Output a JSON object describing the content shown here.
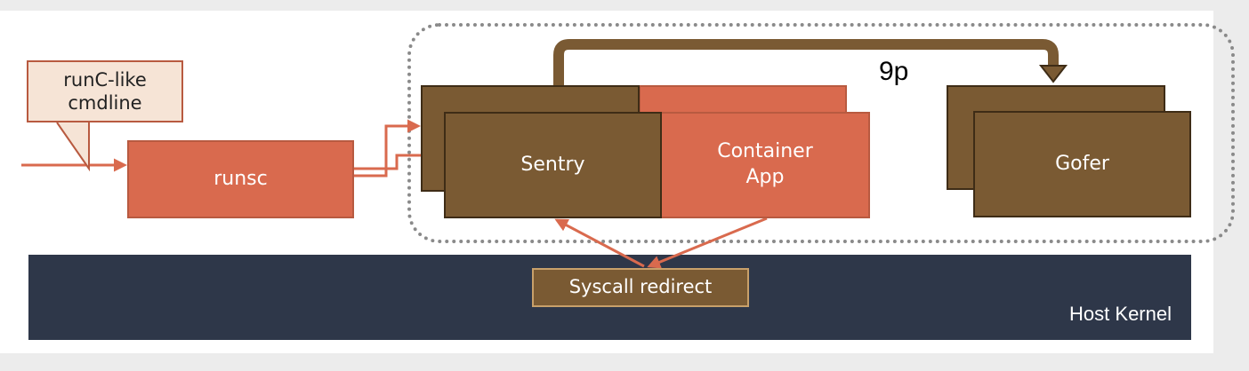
{
  "diagram": {
    "callout_text": "runC-like\ncmdline",
    "runsc_label": "runsc",
    "sentry_label": "Sentry",
    "container_app_label": "Container\nApp",
    "gofer_label": "Gofer",
    "protocol_label": "9p",
    "syscall_redirect_label": "Syscall redirect",
    "host_kernel_label": "Host Kernel"
  },
  "colors": {
    "orange": "#d96a4e",
    "brown": "#7a5a33",
    "kernel": "#2e3749",
    "callout_fill": "#f6e4d6",
    "arrow": "#d96a4e",
    "arrow_9p": "#7a5a33",
    "boundary": "#8a8a8a"
  }
}
